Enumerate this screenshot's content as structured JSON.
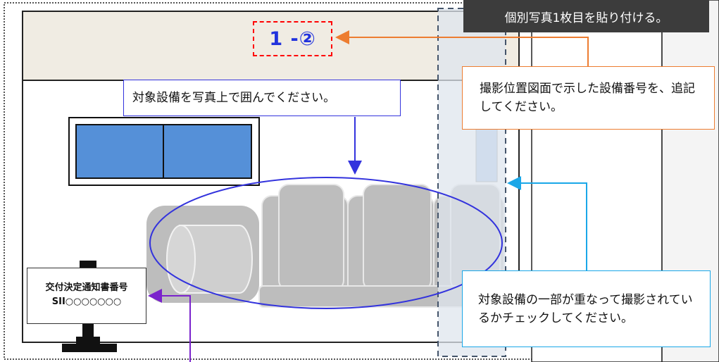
{
  "banner": "個別写真1枚目を貼り付ける。",
  "equipment_number": "1 -②",
  "callouts": {
    "enclose": "対象設備を写真上で囲んでください。",
    "add_number": "撮影位置図面で示した設備番号を、追記してください。",
    "overlap": "対象設備の一部が重なって撮影されているかチェックしてください。"
  },
  "sign": {
    "title": "交付決定通知書番号",
    "number": "SII○○○○○○○"
  },
  "colors": {
    "orange": "#ed7d31",
    "blue": "#3333dd",
    "cyan": "#1aa7e8",
    "purple": "#7a22cc",
    "red_dash": "#ff0000",
    "window_blue": "#5590d8",
    "wall_beige": "#f0ece3"
  }
}
